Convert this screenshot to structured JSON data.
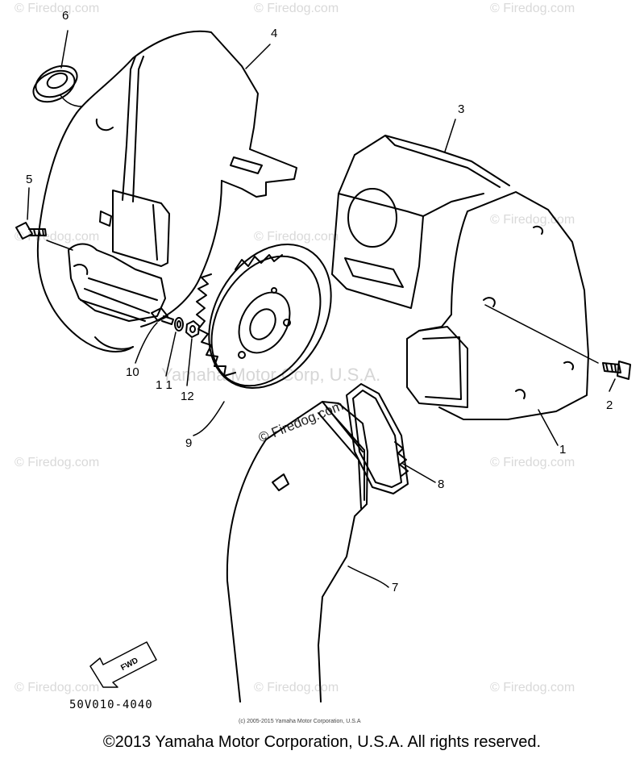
{
  "watermarks": {
    "site": "© Firedog.com",
    "center": "Yamaha Motor Corp, U.S.A."
  },
  "callouts": [
    {
      "id": "6",
      "label": "6"
    },
    {
      "id": "4",
      "label": "4"
    },
    {
      "id": "3",
      "label": "3"
    },
    {
      "id": "5",
      "label": "5"
    },
    {
      "id": "10",
      "label": "10"
    },
    {
      "id": "11",
      "label": "1 1"
    },
    {
      "id": "12",
      "label": "12"
    },
    {
      "id": "9",
      "label": "9"
    },
    {
      "id": "2",
      "label": "2"
    },
    {
      "id": "1",
      "label": "1"
    },
    {
      "id": "8",
      "label": "8"
    },
    {
      "id": "7",
      "label": "7"
    }
  ],
  "fwd_label": "FWD",
  "diagram_code": "50V010-4040",
  "small_copyright": "(c) 2005-2015 Yamaha Motor Corporation, U.S.A",
  "footer_copyright": "©2013 Yamaha Motor Corporation, U.S.A. All rights reserved."
}
